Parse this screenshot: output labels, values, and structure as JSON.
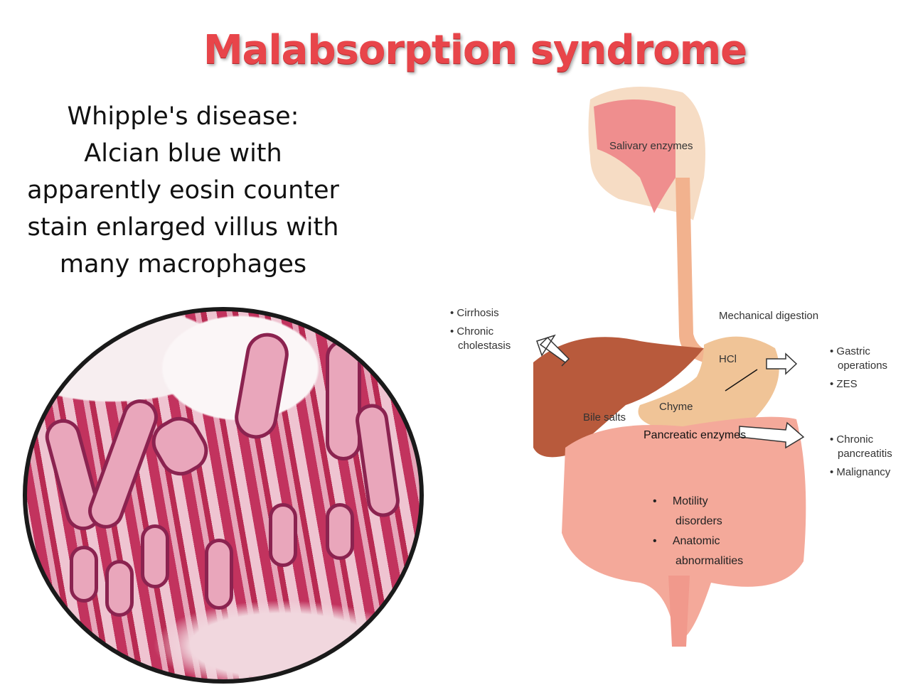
{
  "title": "Malabsorption syndrome",
  "description": [
    "Whipple's disease:",
    "Alcian blue with",
    "apparently eosin counter",
    "stain enlarged villus with",
    "many macrophages"
  ],
  "diagram": {
    "salivary": "Salivary enzymes",
    "mechanical": "Mechanical digestion",
    "hcl": "HCl",
    "chyme": "Chyme",
    "bile": "Bile salts",
    "pancreatic": "Pancreatic enzymes",
    "liver_causes": [
      "Cirrhosis",
      "Chronic",
      "cholestasis"
    ],
    "gastric_causes": [
      "Gastric",
      "operations",
      "ZES"
    ],
    "pancreas_causes": [
      "Chronic",
      "pancreatitis",
      "Malignancy"
    ],
    "intestine_causes": [
      "Motility",
      "disorders",
      "Anatomic",
      "abnormalities"
    ]
  },
  "colors": {
    "title": "#e8454a",
    "liver": "#b85a3c",
    "stomach": "#f0c497",
    "intestine": "#f4a99a"
  }
}
